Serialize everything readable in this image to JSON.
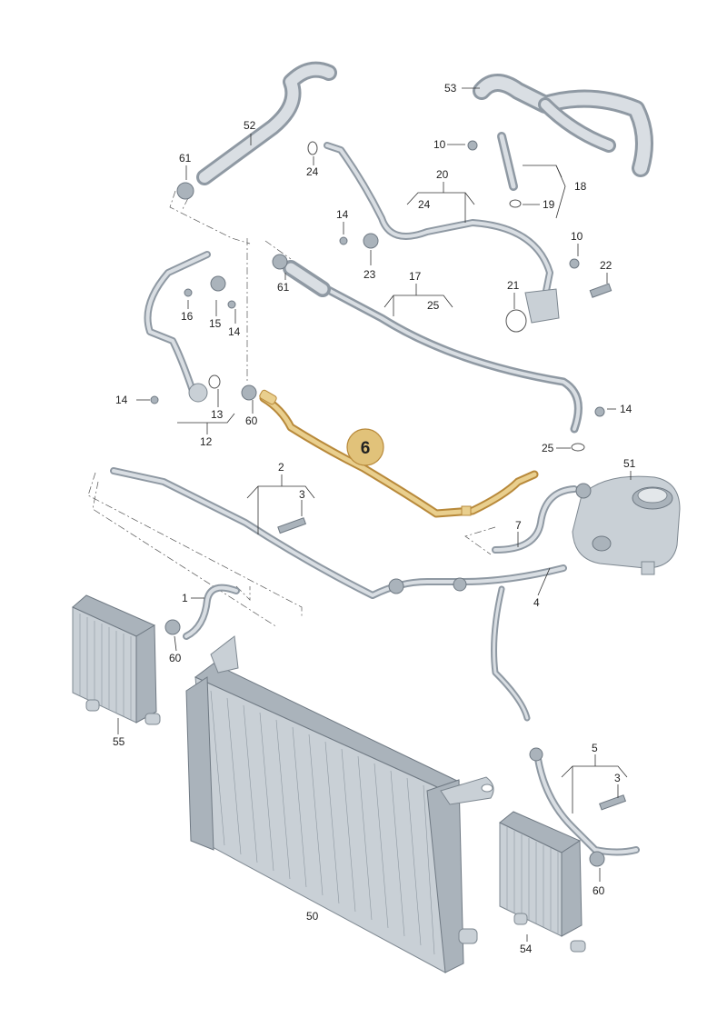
{
  "highlight": {
    "part_number": "6",
    "color": "#e1c27a",
    "outline_color": "#b8893a"
  },
  "callouts": [
    "53",
    "52",
    "10",
    "61",
    "24",
    "20",
    "18",
    "24",
    "19",
    "14",
    "23",
    "10",
    "22",
    "17",
    "25",
    "21",
    "61",
    "16",
    "15",
    "14",
    "14",
    "13",
    "60",
    "12",
    "14",
    "25",
    "51",
    "2",
    "3",
    "7",
    "4",
    "1",
    "60",
    "55",
    "5",
    "3",
    "60",
    "50",
    "54"
  ]
}
